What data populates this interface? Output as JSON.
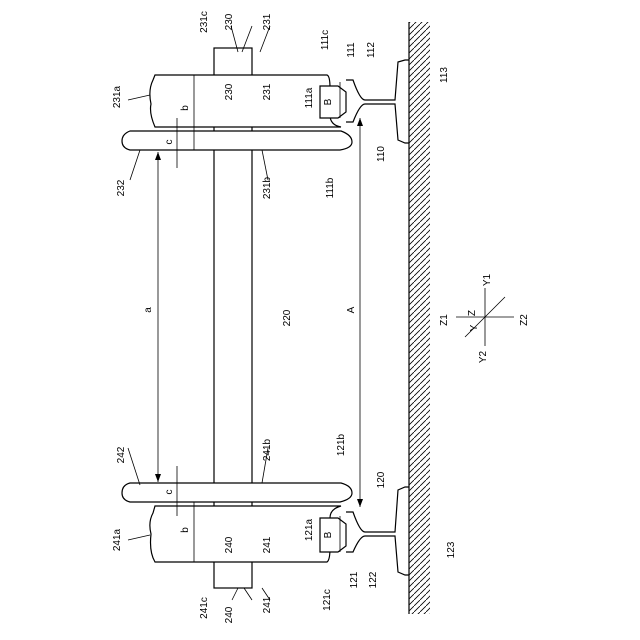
{
  "labels": {
    "n230": "230",
    "n231": "231",
    "n231c": "231c",
    "n231a": "231a",
    "n231b": "231b",
    "n232": "232",
    "n220": "220",
    "n240": "240",
    "n241": "241",
    "n241a": "241a",
    "n241b": "241b",
    "n241c": "241c",
    "n242": "242",
    "n111": "111",
    "n111a": "111a",
    "n111b": "111b",
    "n111c": "111c",
    "n112": "112",
    "n113": "113",
    "n110": "110",
    "n121": "121",
    "n121a": "121a",
    "n121b": "121b",
    "n121c": "121c",
    "n122": "122",
    "n123": "123",
    "n120": "120",
    "dimA": "A",
    "dima": "a",
    "dimB_top": "B",
    "dimB_bot": "B",
    "dimb_top": "b",
    "dimb_bot": "b",
    "dimc_top": "c",
    "dimc_bot": "c",
    "Z": "Z",
    "Z1": "Z1",
    "Z2": "Z2",
    "Y": "Y",
    "Y1": "Y1",
    "Y2": "Y2"
  }
}
